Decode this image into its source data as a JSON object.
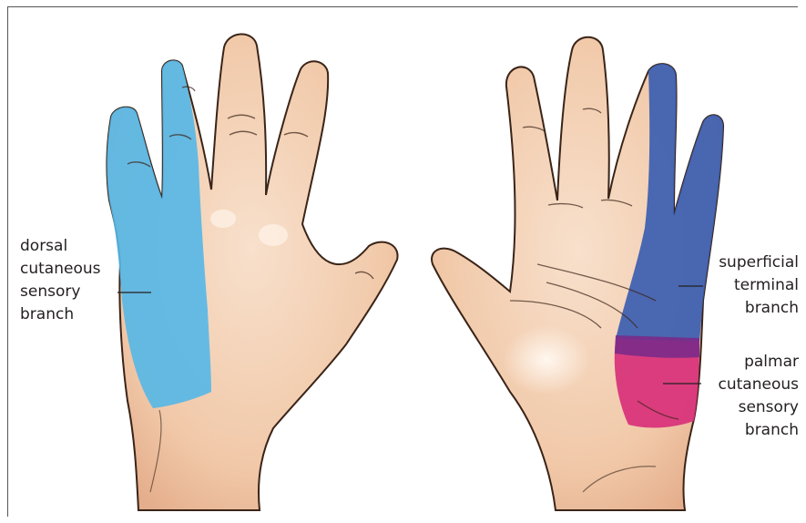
{
  "labels": {
    "dorsal": [
      "dorsal",
      "cutaneous",
      "sensory",
      "branch"
    ],
    "superficial": [
      "superficial",
      "terminal",
      "branch"
    ],
    "palmar": [
      "palmar",
      "cutaneous",
      "sensory",
      "branch"
    ]
  },
  "colors": {
    "skin": "#f1c9a9",
    "skin_shadow": "#d9a080",
    "outline": "#3a2418",
    "dorsal_region": "#58b7e6",
    "superficial_region": "#3c5fb0",
    "palmar_region": "#d8307a",
    "overlap_region": "#7a2a8a"
  }
}
